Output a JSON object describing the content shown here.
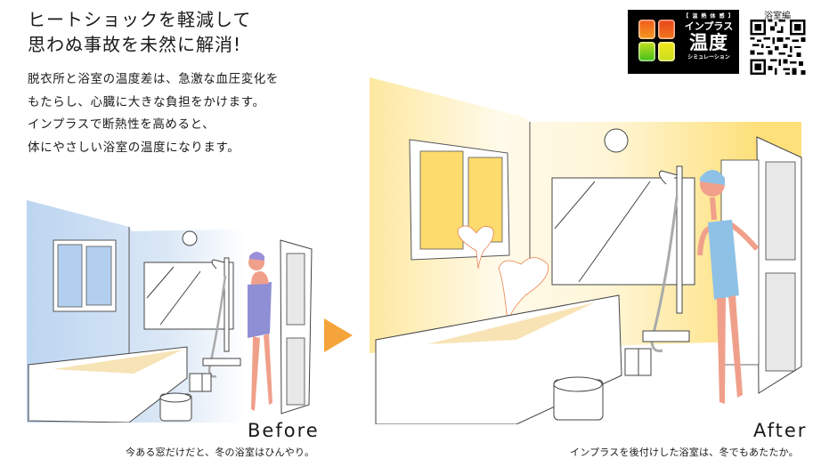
{
  "headline": {
    "line1": "ヒートショックを軽減して",
    "line2": "思わぬ事故を未然に解消!"
  },
  "body": {
    "lines": [
      "脱衣所と浴室の温度差は、急激な血圧変化を",
      "もたらし、心臓に大きな負担をかけます。",
      "インプラスで断熱性を高めると、",
      "体にやさしい浴室の温度になります。"
    ]
  },
  "logo": {
    "sub_top": "【 温 熱 体 感 】",
    "product": "インプラス",
    "big": "温度",
    "sub_bottom": "シミュレーション"
  },
  "qr": {
    "label": "浴室編"
  },
  "before": {
    "title": "Before",
    "caption": "今ある窓だけだと、冬の浴室はひんやり。",
    "wall_color": "#bcd5f0",
    "towel_color": "#8f8fd6"
  },
  "after": {
    "title": "After",
    "caption": "インプラスを後付けした浴室は、冬でもあたたか。",
    "wall_color": "#fde27a",
    "towel_color": "#8ec1e6"
  },
  "arrow": {
    "icon": "play-arrow-icon",
    "color": "#f4a43a"
  }
}
